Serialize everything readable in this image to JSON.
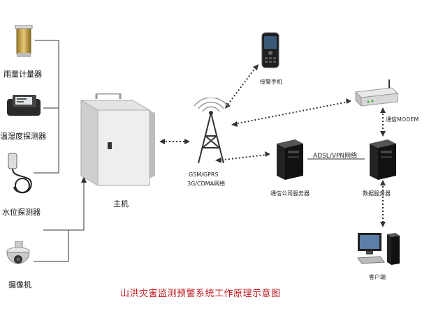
{
  "title": "山洪灾害监测预警系统工作原理示意图",
  "sensors": [
    {
      "label": "雨量计量器",
      "icon": "rain-gauge-icon"
    },
    {
      "label": "温湿度探测器",
      "icon": "thermo-hygrometer-icon"
    },
    {
      "label": "水位探测器",
      "icon": "water-level-probe-icon"
    },
    {
      "label": "摄像机",
      "icon": "dome-camera-icon"
    }
  ],
  "host": {
    "label": "主机"
  },
  "tower": {
    "label_line1": "GSM/GPRS",
    "label_line2": "3G/CDMA网络"
  },
  "phone": {
    "label": "接警手机"
  },
  "modem": {
    "label": "通信MODEM"
  },
  "telecom_server": {
    "label": "通信公司服务器"
  },
  "link": {
    "label": "ADSL/VPN网络"
  },
  "data_server": {
    "label": "数据服务器"
  },
  "client": {
    "label": "客户端"
  }
}
